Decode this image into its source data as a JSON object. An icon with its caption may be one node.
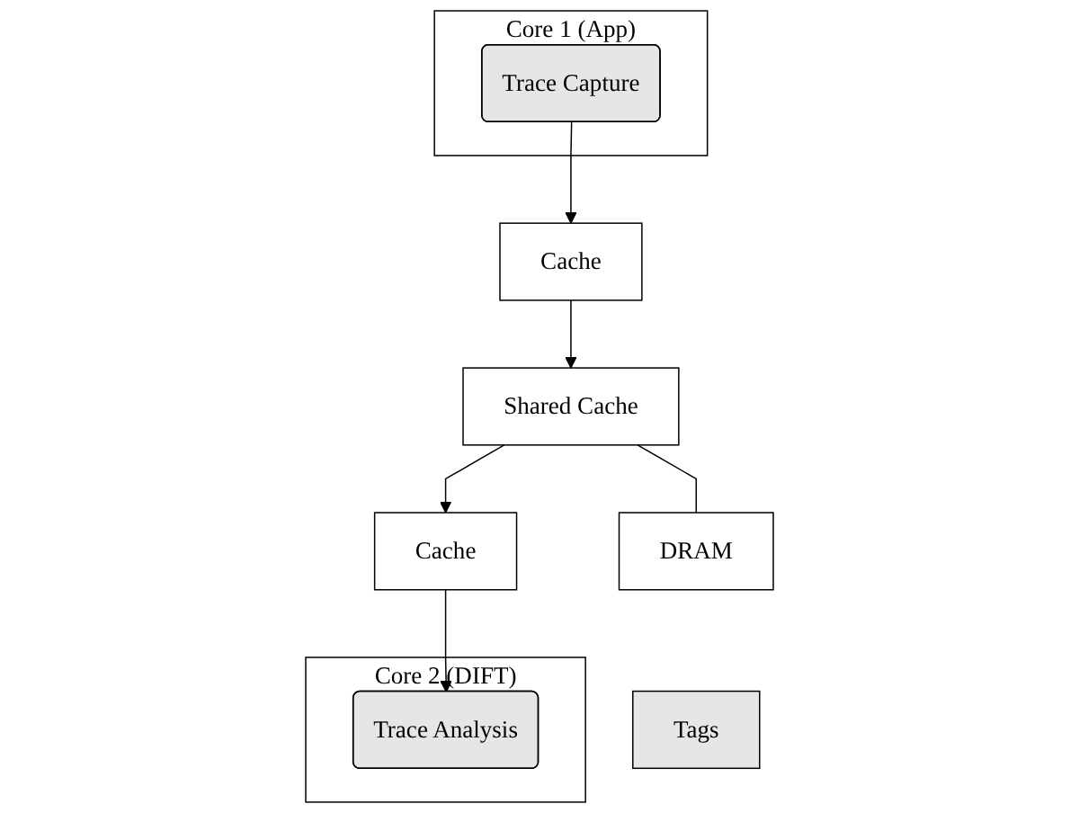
{
  "diagram": {
    "nodes": [
      {
        "text": [
          "Core 1 (App)"
        ]
      },
      {
        "text": [
          "Trace Capture"
        ],
        "in": 0
      },
      {
        "text": [
          "Core 2 (DIFT)"
        ]
      },
      {
        "text": [
          "Trace Analysis"
        ],
        "in": 2
      },
      {
        "text": [
          "Cache"
        ]
      },
      {
        "text": [
          "Cache"
        ]
      },
      {
        "text": [
          "Shared Cache"
        ]
      },
      {
        "text": [
          "DRAM"
        ]
      },
      {
        "text": [
          "Tags"
        ]
      }
    ],
    "edges": [
      {
        "from": 1,
        "to": 4,
        "arrow": "to"
      },
      {
        "from": 4,
        "to": 6,
        "arrow": "to"
      },
      {
        "from": 6,
        "to": 5,
        "arrow": "to"
      },
      {
        "from": 5,
        "to": 3,
        "arrow": "to"
      },
      {
        "from": 6,
        "to": 7,
        "arrow": "none"
      }
    ]
  }
}
